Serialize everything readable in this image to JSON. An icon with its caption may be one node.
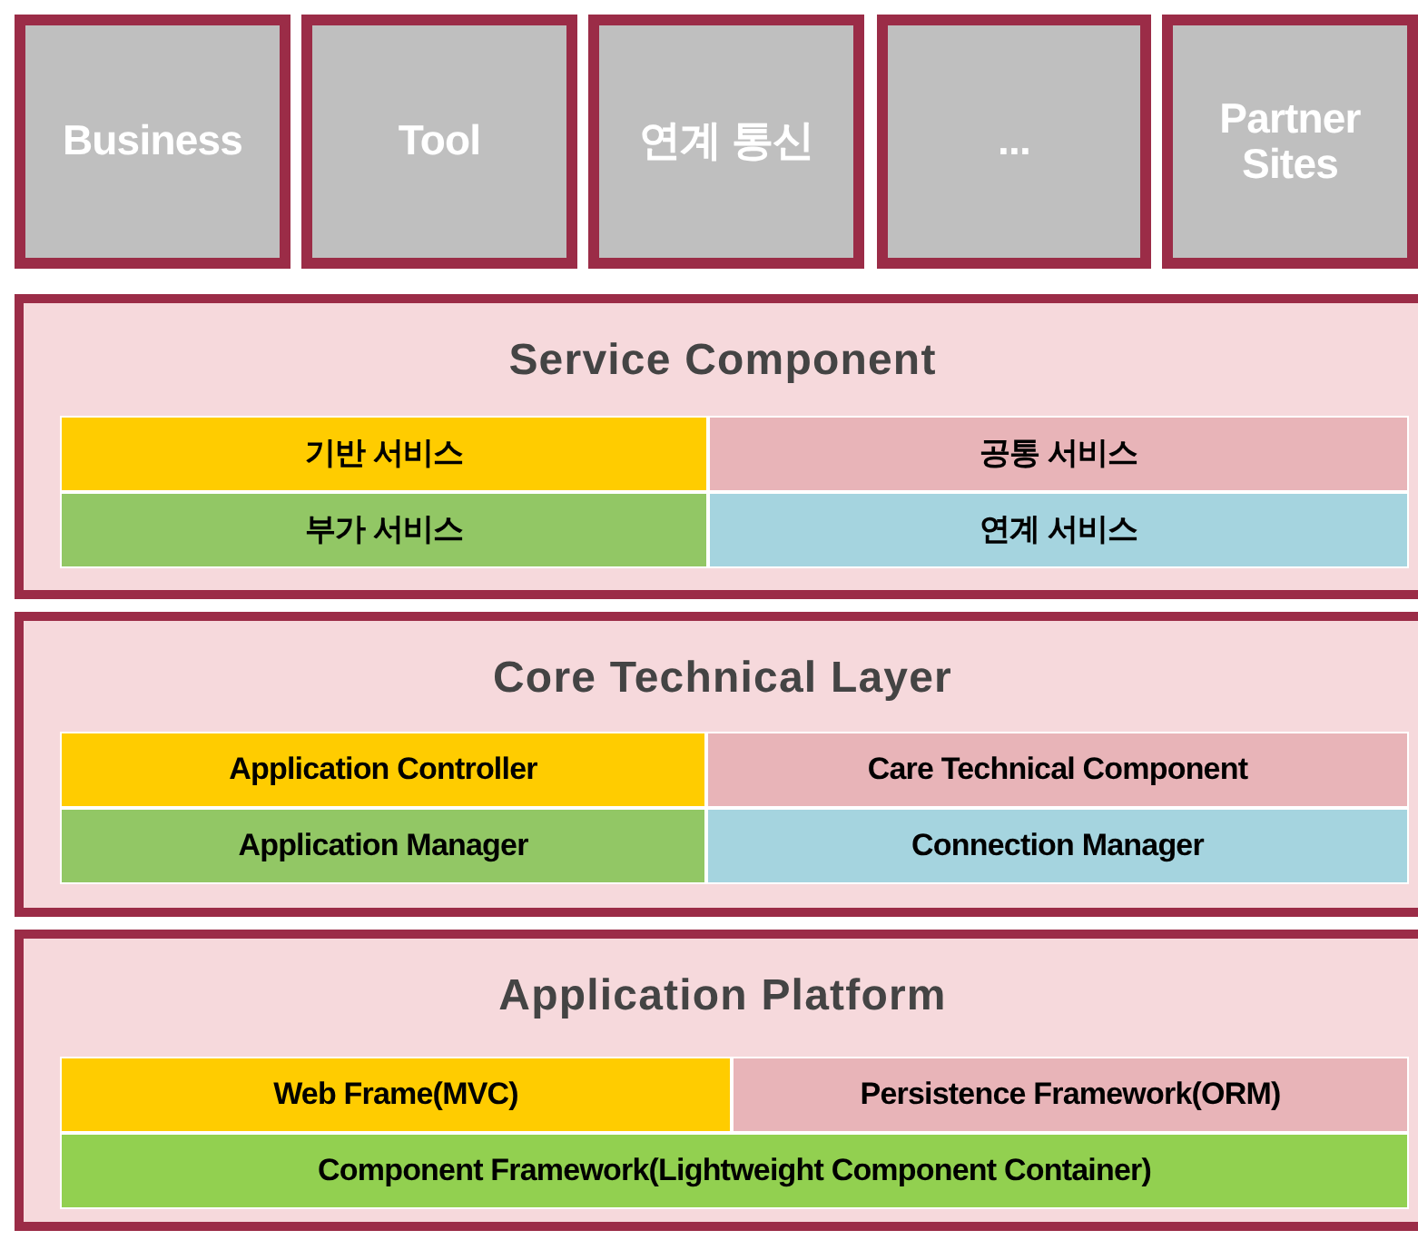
{
  "diagram": {
    "nodes": [
      {
        "text": [
          "Business"
        ]
      },
      {
        "text": [
          "Tool"
        ]
      },
      {
        "text": [
          "연계 통신"
        ]
      },
      {
        "text": [
          "..."
        ]
      },
      {
        "text": [
          "Partner Sites"
        ]
      },
      {
        "text": [
          "Service Component"
        ]
      },
      {
        "text": [
          "기반 서비스"
        ],
        "in": 5
      },
      {
        "text": [
          "공통 서비스"
        ],
        "in": 5
      },
      {
        "text": [
          "부가 서비스"
        ],
        "in": 5
      },
      {
        "text": [
          "연계 서비스"
        ],
        "in": 5
      },
      {
        "text": [
          "Core Technical Layer"
        ]
      },
      {
        "text": [
          "Application Controller"
        ],
        "in": 10
      },
      {
        "text": [
          "Care Technical Component"
        ],
        "in": 10
      },
      {
        "text": [
          "Application Manager"
        ],
        "in": 10
      },
      {
        "text": [
          "Connection Manager"
        ],
        "in": 10
      },
      {
        "text": [
          "Application Platform"
        ]
      },
      {
        "text": [
          "Web Frame(MVC)"
        ],
        "in": 15
      },
      {
        "text": [
          "Persistence Framework(ORM)"
        ],
        "in": 15
      },
      {
        "text": [
          "Component Framework(Lightweight Component Container)"
        ],
        "in": 15
      }
    ]
  }
}
